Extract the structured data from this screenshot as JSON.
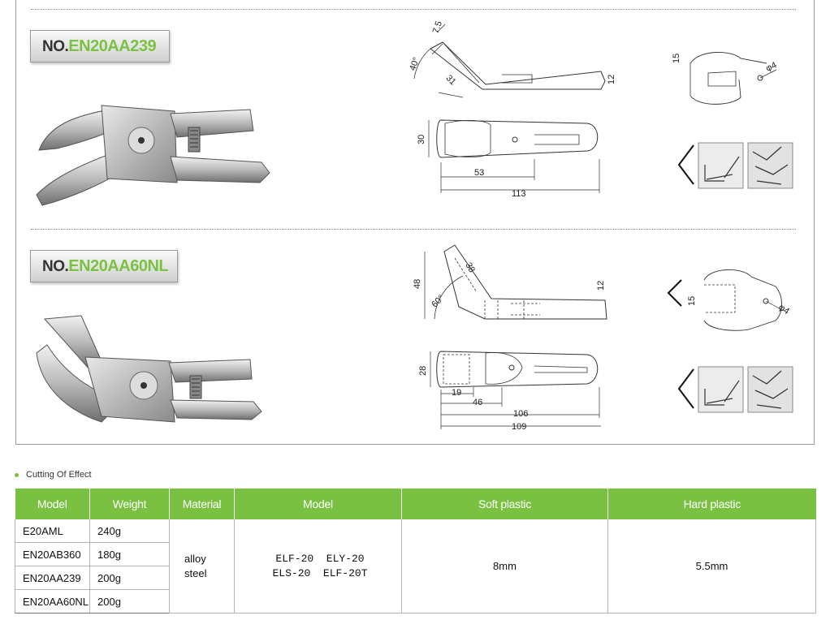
{
  "products": [
    {
      "prefix": "NO.",
      "code": "EN20AA239",
      "dims": {
        "a": "7.5",
        "b": "40°",
        "c": "31",
        "d": "12",
        "e": "15",
        "f": "φ4",
        "g": "30",
        "h": "53",
        "i": "113"
      }
    },
    {
      "prefix": "NO.",
      "code": "EN20AA60NL",
      "dims": {
        "a": "38",
        "b": "48",
        "c": "60°",
        "d": "12",
        "e": "15",
        "f": "φ4",
        "g": "28",
        "h": "19",
        "i": "46",
        "j": "106",
        "k": "109"
      }
    }
  ],
  "section_title": "Cutting Of Effect",
  "table": {
    "headers": [
      "Model",
      "Weight",
      "Material",
      "Model",
      "Soft plastic",
      "Hard plastic"
    ],
    "rows": [
      {
        "model": "E20AML",
        "weight": "240g"
      },
      {
        "model": "EN20AB360",
        "weight": "180g"
      },
      {
        "model": "EN20AA239",
        "weight": "200g"
      },
      {
        "model": "EN20AA60NL",
        "weight": "200g"
      }
    ],
    "material_line1": "alloy",
    "material_line2": "steel",
    "blades_line1": "ELF-20  ELY-20",
    "blades_line2": "ELS-20  ELF-20T",
    "soft": "8mm",
    "hard": "5.5mm"
  },
  "colors": {
    "accent": "#7ac142",
    "border": "#9a9a9a"
  }
}
